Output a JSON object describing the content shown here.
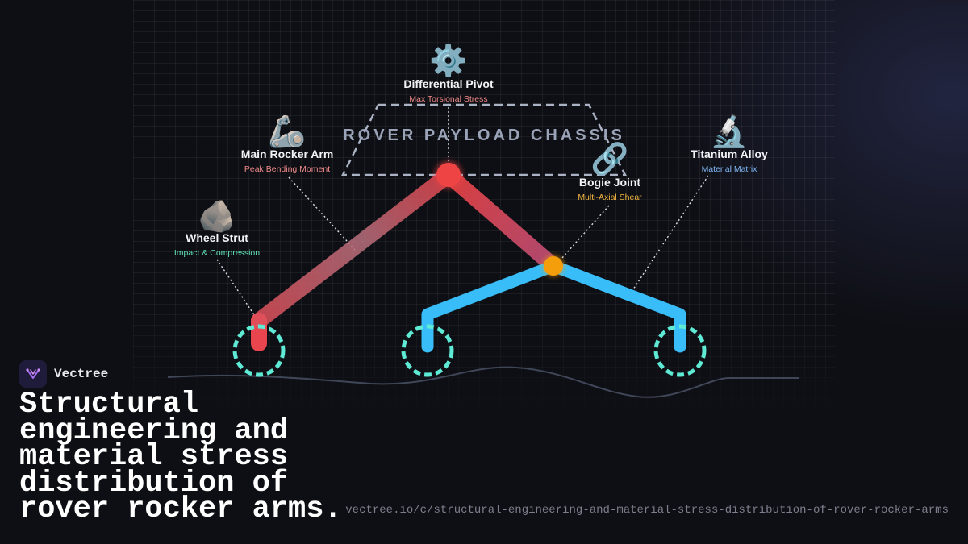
{
  "diagram": {
    "chassis_label": "ROVER PAYLOAD CHASSIS",
    "nodes": [
      {
        "icon": "gear-icon",
        "emoji": "⚙️",
        "label": "Differential Pivot",
        "sub": "Max Torsional Stress",
        "sub_color": "#f08a8a"
      },
      {
        "icon": "flexed-arm-icon",
        "emoji": "🦾",
        "label": "Main Rocker Arm",
        "sub": "Peak Bending Moment",
        "sub_color": "#f08a8a"
      },
      {
        "icon": "link-icon",
        "emoji": "🔗",
        "label": "Bogie Joint",
        "sub": "Multi-Axial Shear",
        "sub_color": "#f4b63f"
      },
      {
        "icon": "microscope-icon",
        "emoji": "🔬",
        "label": "Titanium Alloy",
        "sub": "Material Matrix",
        "sub_color": "#7fb6f5"
      },
      {
        "icon": "rock-icon",
        "emoji": "🪨",
        "label": "Wheel Strut",
        "sub": "Impact & Compression",
        "sub_color": "#5fe0b4"
      }
    ],
    "colors": {
      "rocker_arm": "#e8454e",
      "bogie_arm": "#38bdf8",
      "pivot": "#ef4444",
      "bogie_joint": "#f59e0b",
      "wheel": "#5eead4"
    }
  },
  "brand": {
    "name": "Vectree",
    "logo_icon": "vectree-logo-icon"
  },
  "title": "Structural engineering and material stress distribution of rover rocker arms.",
  "url": "vectree.io/c/structural-engineering-and-material-stress-distribution-of-rover-rocker-arms"
}
